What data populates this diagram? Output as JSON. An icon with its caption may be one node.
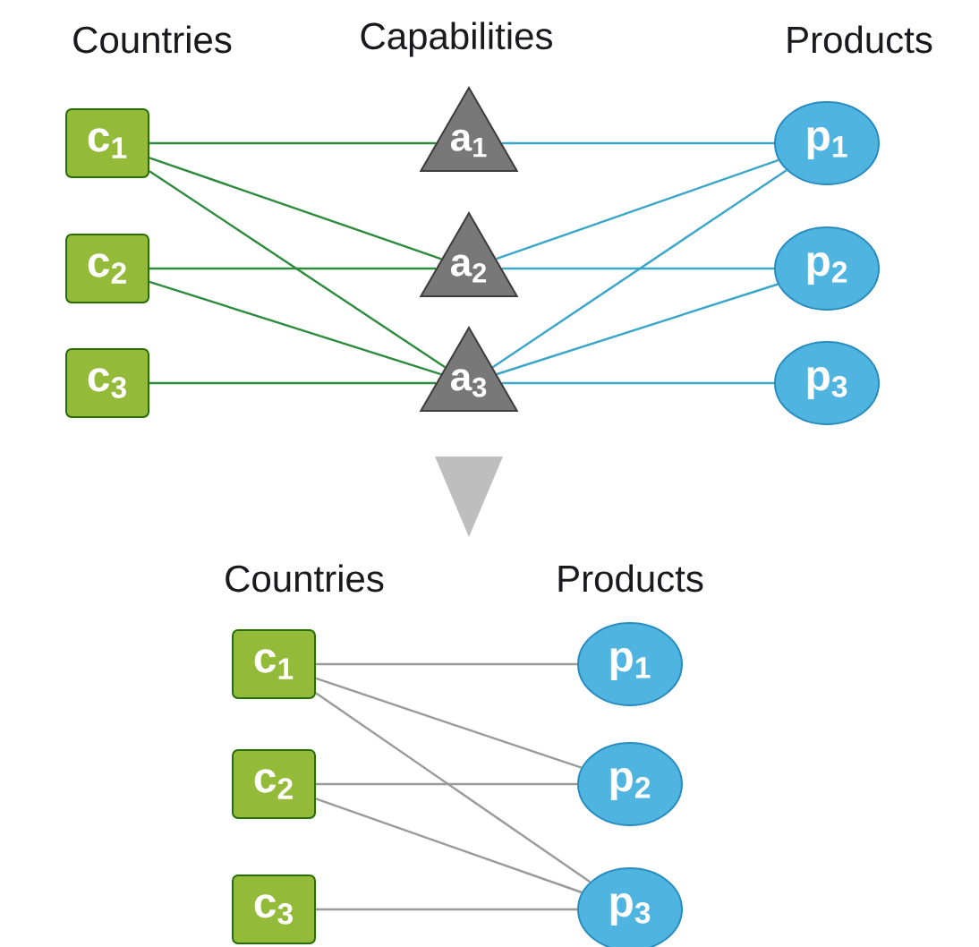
{
  "diagram": {
    "nodes": [
      {
        "text": [
          "c$_{1}$"
        ]
      },
      {
        "text": [
          "c$_{2}$"
        ]
      },
      {
        "text": [
          "c$_{3}$"
        ]
      },
      {
        "text": [
          "a$_{1}$"
        ]
      },
      {
        "text": [
          "a$_{2}$"
        ]
      },
      {
        "text": [
          "a$_{3}$"
        ]
      },
      {
        "text": [
          "p$_{1}$"
        ]
      },
      {
        "text": [
          "p$_{2}$"
        ]
      },
      {
        "text": [
          "p$_{3}$"
        ]
      },
      {
        "text": [
          "c$_{1}$"
        ]
      },
      {
        "text": [
          "c$_{2}$"
        ]
      },
      {
        "text": [
          "c$_{3}$"
        ]
      },
      {
        "text": [
          "p$_{1}$"
        ]
      },
      {
        "text": [
          "p$_{2}$"
        ]
      },
      {
        "text": [
          "p$_{3}$"
        ]
      }
    ],
    "edges": [
      {
        "from": 0,
        "to": 3,
        "arrow": "none",
        "color": "#2e8b3e"
      },
      {
        "from": 0,
        "to": 4,
        "arrow": "none",
        "color": "#2e8b3e"
      },
      {
        "from": 0,
        "to": 5,
        "arrow": "none",
        "color": "#2e8b3e"
      },
      {
        "from": 1,
        "to": 4,
        "arrow": "none",
        "color": "#2e8b3e"
      },
      {
        "from": 1,
        "to": 5,
        "arrow": "none",
        "color": "#2e8b3e"
      },
      {
        "from": 2,
        "to": 5,
        "arrow": "none",
        "color": "#2e8b3e"
      },
      {
        "from": 3,
        "to": 6,
        "arrow": "none",
        "color": "#3aa6c8"
      },
      {
        "from": 4,
        "to": 6,
        "arrow": "none",
        "color": "#3aa6c8"
      },
      {
        "from": 4,
        "to": 7,
        "arrow": "none",
        "color": "#3aa6c8"
      },
      {
        "from": 5,
        "to": 6,
        "arrow": "none",
        "color": "#3aa6c8"
      },
      {
        "from": 5,
        "to": 7,
        "arrow": "none",
        "color": "#3aa6c8"
      },
      {
        "from": 5,
        "to": 8,
        "arrow": "none",
        "color": "#3aa6c8"
      },
      {
        "from": 9,
        "to": 12,
        "arrow": "none",
        "color": "#9a9a9a"
      },
      {
        "from": 9,
        "to": 13,
        "arrow": "none",
        "color": "#9a9a9a"
      },
      {
        "from": 9,
        "to": 14,
        "arrow": "none",
        "color": "#9a9a9a"
      },
      {
        "from": 10,
        "to": 13,
        "arrow": "none",
        "color": "#9a9a9a"
      },
      {
        "from": 10,
        "to": 14,
        "arrow": "none",
        "color": "#9a9a9a"
      },
      {
        "from": 11,
        "to": 14,
        "arrow": "none",
        "color": "#9a9a9a"
      }
    ],
    "labels": [
      "Countries",
      "Capabilities",
      "Products",
      "Countries",
      "Products"
    ]
  }
}
